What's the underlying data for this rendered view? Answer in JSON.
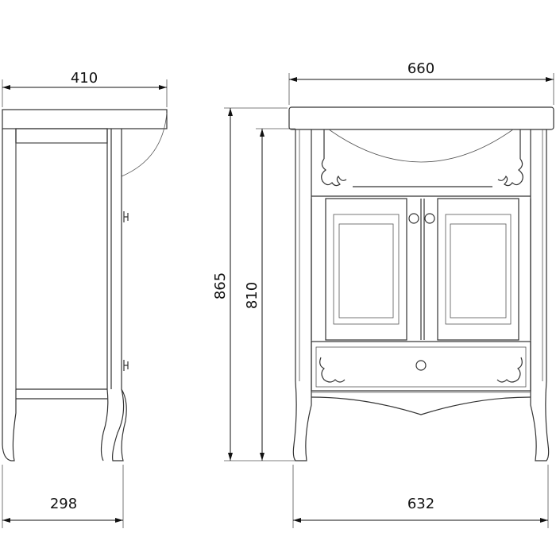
{
  "title": "Vanity cabinet dimension drawing",
  "dimensions": {
    "side_top_depth": "410",
    "side_body_depth": "298",
    "front_top_width": "660",
    "front_body_width": "632",
    "total_height": "865",
    "body_height": "810"
  },
  "colors": {
    "line": "#333333",
    "background": "#ffffff"
  }
}
